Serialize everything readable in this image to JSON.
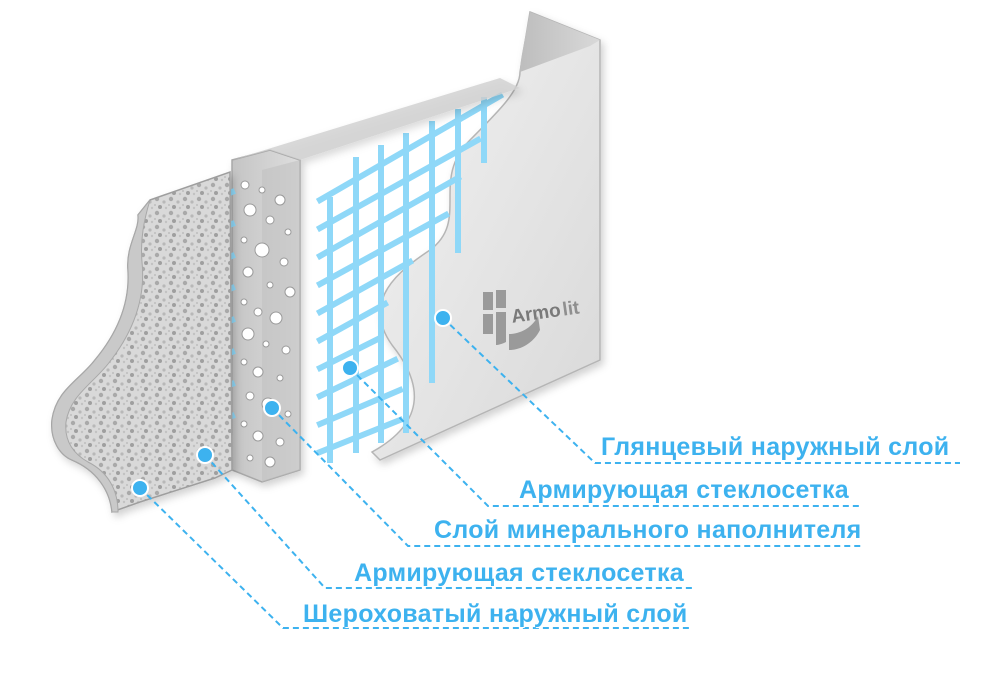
{
  "labels": [
    "Глянцевый наружный слой",
    "Армирующая стеклосетка",
    "Слой минерального наполнителя",
    "Армирующая стеклосетка",
    "Шероховатый наружный слой"
  ],
  "logo": {
    "text_armo": "Armo",
    "text_lit": "lit"
  },
  "colors": {
    "accent": "#3db2ef",
    "mesh": "#8fd8f8",
    "panel": "#e6e6e6",
    "panel_dark": "#bdbdbd"
  }
}
